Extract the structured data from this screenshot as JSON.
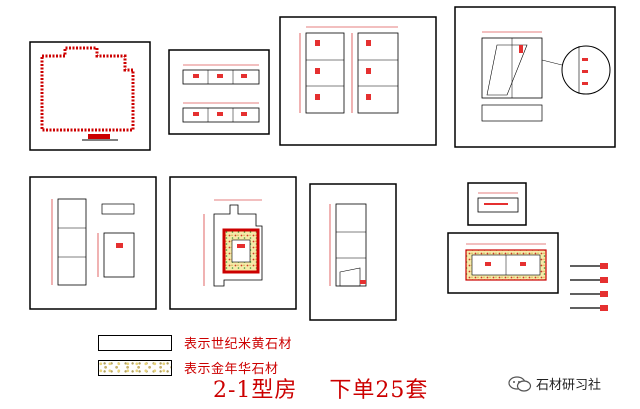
{
  "legend": [
    {
      "swatch": "plain",
      "label": "表示世纪米黄石材"
    },
    {
      "swatch": "speckled",
      "label": "表示金年华石材"
    }
  ],
  "caption": "2-1型房    下单25套",
  "watermark": {
    "text": "石材研习社",
    "icon": "wechat-icon"
  },
  "colors": {
    "drawing": "#cc0000",
    "frame": "#000000",
    "accent_fill": "#e53030",
    "speckle": "#e8d37a",
    "paper": "#ffffff"
  }
}
